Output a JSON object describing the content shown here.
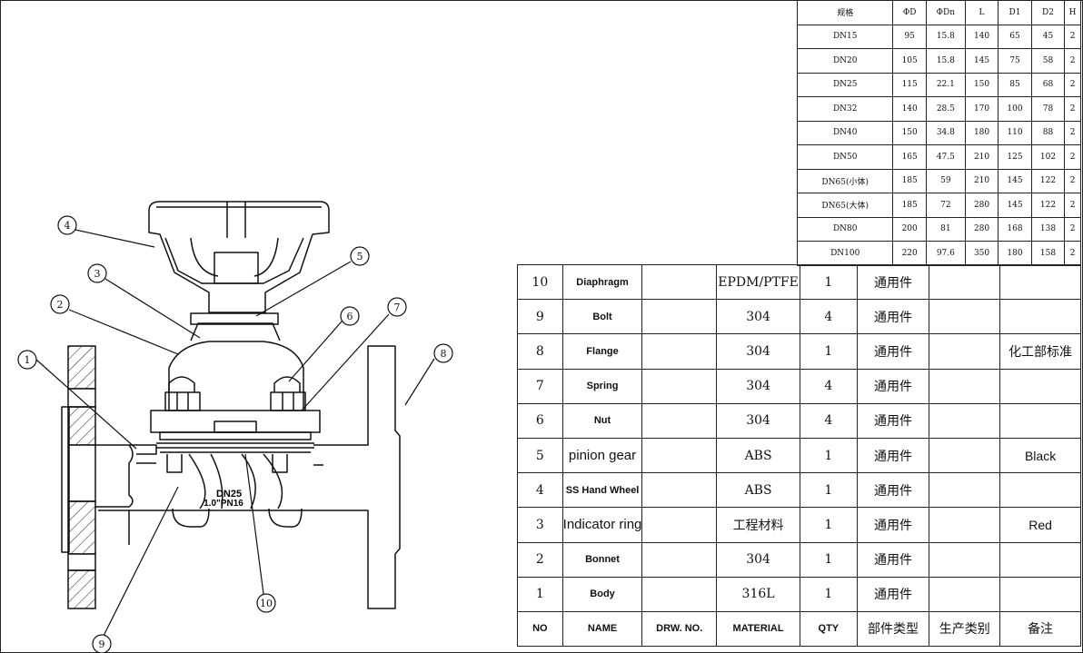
{
  "dimension_table": {
    "headers": [
      "规格",
      "ΦD",
      "ΦDn",
      "L",
      "D1",
      "D2",
      "H"
    ],
    "rows": [
      [
        "DN15",
        "95",
        "15.8",
        "140",
        "65",
        "45",
        "2"
      ],
      [
        "DN20",
        "105",
        "15.8",
        "145",
        "75",
        "58",
        "2"
      ],
      [
        "DN25",
        "115",
        "22.1",
        "150",
        "85",
        "68",
        "2"
      ],
      [
        "DN32",
        "140",
        "28.5",
        "170",
        "100",
        "78",
        "2"
      ],
      [
        "DN40",
        "150",
        "34.8",
        "180",
        "110",
        "88",
        "2"
      ],
      [
        "DN50",
        "165",
        "47.5",
        "210",
        "125",
        "102",
        "2"
      ],
      [
        "DN65(小体)",
        "185",
        "59",
        "210",
        "145",
        "122",
        "2"
      ],
      [
        "DN65(大体)",
        "185",
        "72",
        "280",
        "145",
        "122",
        "2"
      ],
      [
        "DN80",
        "200",
        "81",
        "280",
        "168",
        "138",
        "2"
      ],
      [
        "DN100",
        "220",
        "97.6",
        "350",
        "180",
        "158",
        "2"
      ]
    ]
  },
  "bom_table": {
    "rows": [
      {
        "no": "10",
        "name": "Diaphragm",
        "drw": "",
        "material": "EPDM/PTFE",
        "qty": "1",
        "type": "通用件",
        "category": "",
        "remark": ""
      },
      {
        "no": "9",
        "name": "Bolt",
        "drw": "",
        "material": "304",
        "qty": "4",
        "type": "通用件",
        "category": "",
        "remark": ""
      },
      {
        "no": "8",
        "name": "Flange",
        "drw": "",
        "material": "304",
        "qty": "1",
        "type": "通用件",
        "category": "",
        "remark": "化工部标准"
      },
      {
        "no": "7",
        "name": "Spring",
        "drw": "",
        "material": "304",
        "qty": "4",
        "type": "通用件",
        "category": "",
        "remark": ""
      },
      {
        "no": "6",
        "name": "Nut",
        "drw": "",
        "material": "304",
        "qty": "4",
        "type": "通用件",
        "category": "",
        "remark": ""
      },
      {
        "no": "5",
        "name": "pinion gear",
        "drw": "",
        "material": "ABS",
        "qty": "1",
        "type": "通用件",
        "category": "",
        "remark": "Black"
      },
      {
        "no": "4",
        "name": "SS Hand Wheel",
        "drw": "",
        "material": "ABS",
        "qty": "1",
        "type": "通用件",
        "category": "",
        "remark": ""
      },
      {
        "no": "3",
        "name": "Indicator ring",
        "drw": "",
        "material": "工程材料",
        "qty": "1",
        "type": "通用件",
        "category": "",
        "remark": "Red"
      },
      {
        "no": "2",
        "name": "Bonnet",
        "drw": "",
        "material": "304",
        "qty": "1",
        "type": "通用件",
        "category": "",
        "remark": ""
      },
      {
        "no": "1",
        "name": "Body",
        "drw": "",
        "material": "316L",
        "qty": "1",
        "type": "通用件",
        "category": "",
        "remark": ""
      }
    ],
    "header": {
      "no": "NO",
      "name": "NAME",
      "drw": "DRW. NO.",
      "material": "MATERIAL",
      "qty": "QTY",
      "type": "部件类型",
      "category": "生产类别",
      "remark": "备注"
    }
  },
  "drawing": {
    "body_marking_line1": "DN25",
    "body_marking_line2": "1.0\"PN16",
    "balloons": [
      "1",
      "2",
      "3",
      "4",
      "5",
      "6",
      "7",
      "8",
      "9",
      "10"
    ]
  }
}
